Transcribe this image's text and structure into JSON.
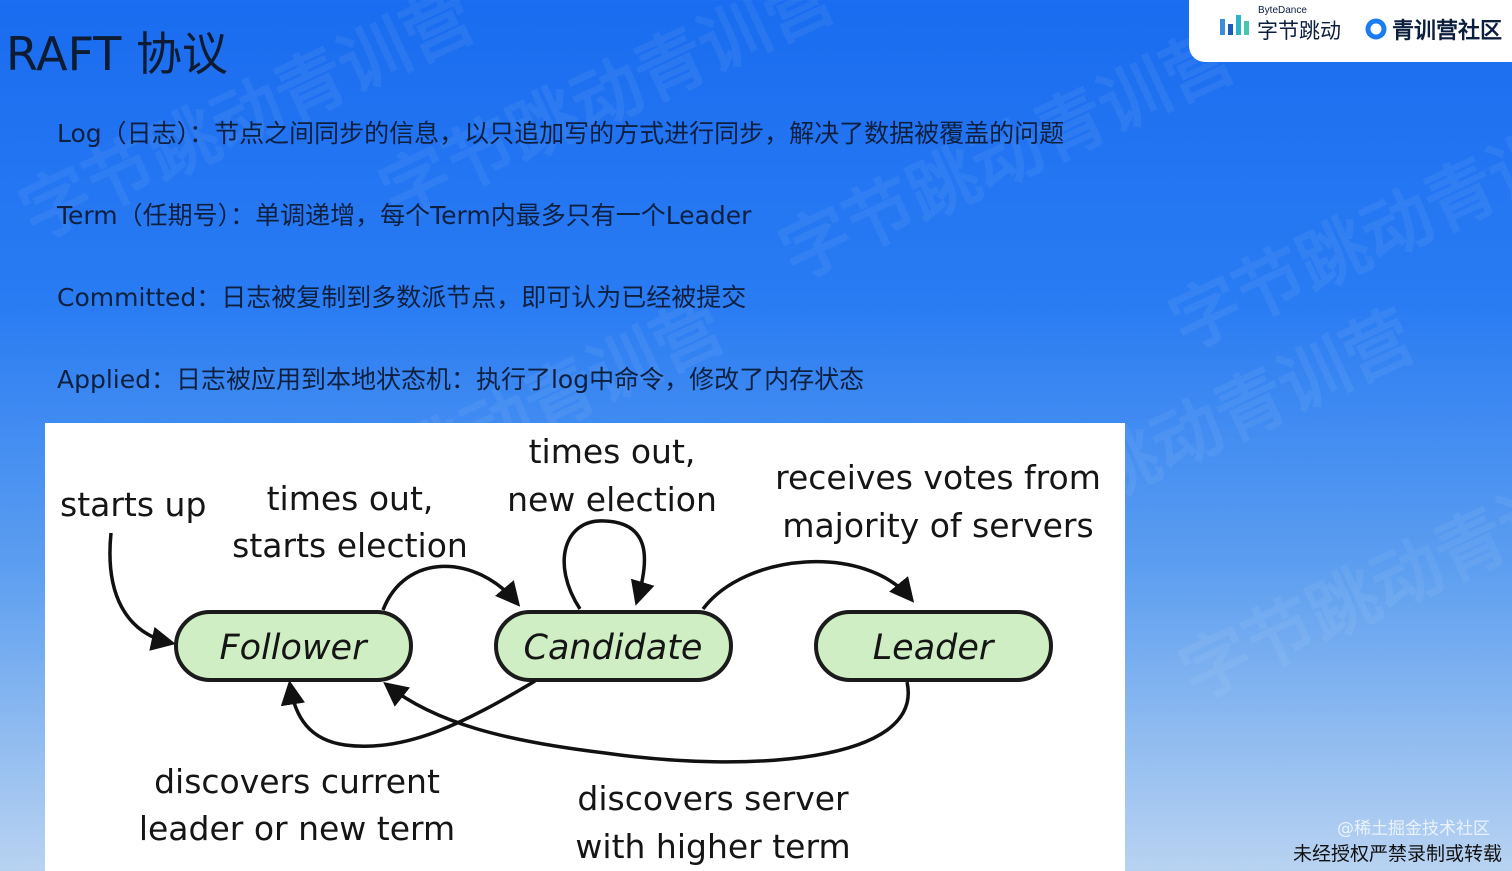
{
  "slide": {
    "title": "RAFT 协议",
    "bullets": [
      "Log（日志）：节点之间同步的信息，以只追加写的方式进行同步，解决了数据被覆盖的问题",
      "Term（任期号）：单调递增，每个Term内最多只有一个Leader",
      "Committed：日志被复制到多数派节点，即可认为已经被提交",
      "Applied：日志被应用到本地状态机：执行了log中命令，修改了内存状态"
    ]
  },
  "brand": {
    "bytedance_small": "ByteDance",
    "bytedance_name": "字节跳动",
    "community_name": "青训营社区",
    "logo_icon": "bar-chart-logo-icon",
    "community_icon": "ring-logo-icon"
  },
  "watermark": "字节跳动青训营",
  "diagram": {
    "states": {
      "follower": "Follower",
      "candidate": "Candidate",
      "leader": "Leader"
    },
    "labels": {
      "starts_up": "starts up",
      "times_out_1": "times out,",
      "starts_election": "starts election",
      "times_out_2": "times out,",
      "new_election": "new election",
      "receives_votes": "receives votes from",
      "majority": "majority of servers",
      "discovers_current": "discovers current",
      "leader_or_new_term": "leader or new term",
      "discovers_server": "discovers server",
      "higher_term": "with higher term"
    },
    "colors": {
      "state_fill": "#cfeec4",
      "state_stroke": "#1b1b1b"
    }
  },
  "footer": {
    "credit": "@稀土掘金技术社区",
    "copyright": "未经授权严禁录制或转载"
  }
}
